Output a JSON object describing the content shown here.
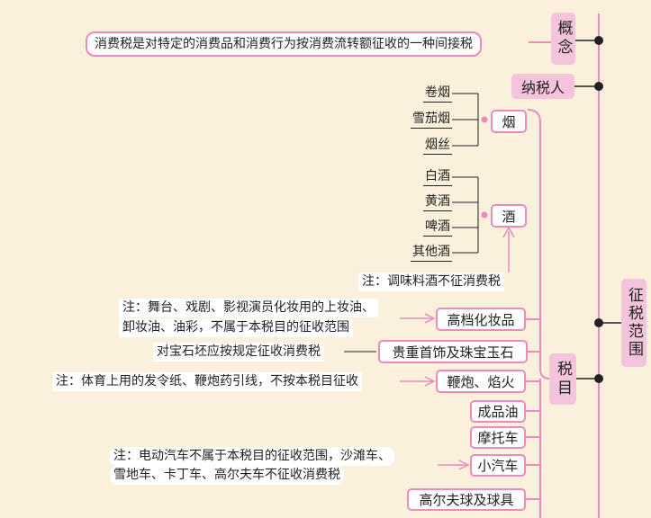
{
  "concept": {
    "label": "概念",
    "text": "消费税是对特定的消费品和消费行为按消费流转额征收的一种间接税"
  },
  "taxpayer": {
    "label": "纳税人"
  },
  "scope": {
    "label": "征税范围"
  },
  "items_group": {
    "label": "税目"
  },
  "tobacco": {
    "label": "烟",
    "children": [
      "卷烟",
      "雪茄烟",
      "烟丝"
    ]
  },
  "alcohol": {
    "label": "酒",
    "children": [
      "白酒",
      "黄酒",
      "啤酒",
      "其他酒"
    ],
    "note": "注：调味料酒不征消费税"
  },
  "cosmetics": {
    "label": "高档化妆品",
    "note_line1": "注：舞台、戏剧、影视演员化妆用的上妆油、",
    "note_line2": "卸妆油、油彩，不属于本税目的征收范围"
  },
  "jewelry": {
    "label": "贵重首饰及珠宝玉石",
    "note": "对宝石坯应按规定征收消费税"
  },
  "firecrackers": {
    "label": "鞭炮、焰火",
    "note": "注：体育上用的发令纸、鞭炮药引线，不按本税目征收"
  },
  "oil": {
    "label": "成品油"
  },
  "motorcycle": {
    "label": "摩托车"
  },
  "car": {
    "label": "小汽车",
    "note_line1": "注：电动汽车不属于本税目的征收范围，沙滩车、",
    "note_line2": "雪地车、卡丁车、高尔夫车不征收消费税"
  },
  "golf": {
    "label": "高尔夫球及球具"
  }
}
